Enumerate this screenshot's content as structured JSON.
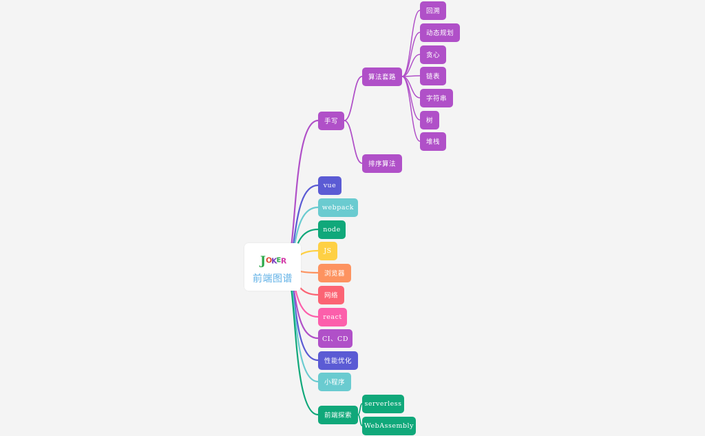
{
  "root": {
    "title": "前端图谱",
    "logo_text": "JOKER"
  },
  "colors": {
    "purple": "#b050c8",
    "indigo": "#5b5bd4",
    "teal": "#6acbd0",
    "green": "#10a87a",
    "yellow": "#fed044",
    "orange": "#fd9360",
    "red": "#fb6474",
    "pink": "#fc5fab",
    "background": "#f4f4f4"
  },
  "branches": [
    {
      "id": "handwrite",
      "label": "手写",
      "color": "#b050c8",
      "children": [
        {
          "id": "algo",
          "label": "算法套路",
          "children": [
            {
              "id": "backtrack",
              "label": "回溯"
            },
            {
              "id": "dp",
              "label": "动态规划"
            },
            {
              "id": "greedy",
              "label": "贪心"
            },
            {
              "id": "linkedlist",
              "label": "链表"
            },
            {
              "id": "string",
              "label": "字符串"
            },
            {
              "id": "tree",
              "label": "树"
            },
            {
              "id": "stack",
              "label": "堆栈"
            }
          ]
        },
        {
          "id": "sort",
          "label": "排序算法",
          "children": []
        }
      ]
    },
    {
      "id": "vue",
      "label": "vue",
      "color": "#5b5bd4",
      "children": []
    },
    {
      "id": "webpack",
      "label": "webpack",
      "color": "#6acbd0",
      "children": []
    },
    {
      "id": "node",
      "label": "node",
      "color": "#10a87a",
      "children": []
    },
    {
      "id": "js",
      "label": "JS",
      "color": "#fed044",
      "children": []
    },
    {
      "id": "browser",
      "label": "浏览器",
      "color": "#fd9360",
      "children": []
    },
    {
      "id": "network",
      "label": "网络",
      "color": "#fb6474",
      "children": []
    },
    {
      "id": "react",
      "label": "react",
      "color": "#fc5fab",
      "children": []
    },
    {
      "id": "cicd",
      "label": "CI、CD",
      "color": "#b050c8",
      "children": []
    },
    {
      "id": "perf",
      "label": "性能优化",
      "color": "#5b5bd4",
      "children": []
    },
    {
      "id": "miniapp",
      "label": "小程序",
      "color": "#6acbd0",
      "children": []
    },
    {
      "id": "explore",
      "label": "前端探索",
      "color": "#10a87a",
      "children": [
        {
          "id": "serverless",
          "label": "serverless",
          "children": []
        },
        {
          "id": "wasm",
          "label": "WebAssembly",
          "children": []
        }
      ]
    }
  ]
}
